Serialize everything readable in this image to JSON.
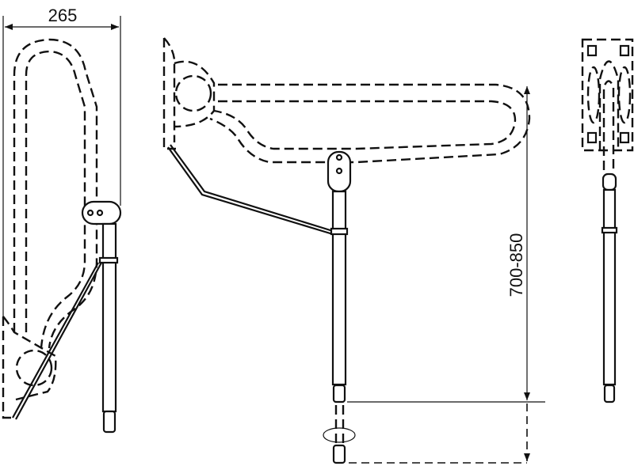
{
  "drawing": {
    "width_dimension": "265",
    "height_dimension": "700-850",
    "views": [
      "side-view-folded",
      "side-view-unfolded",
      "front-view"
    ]
  }
}
